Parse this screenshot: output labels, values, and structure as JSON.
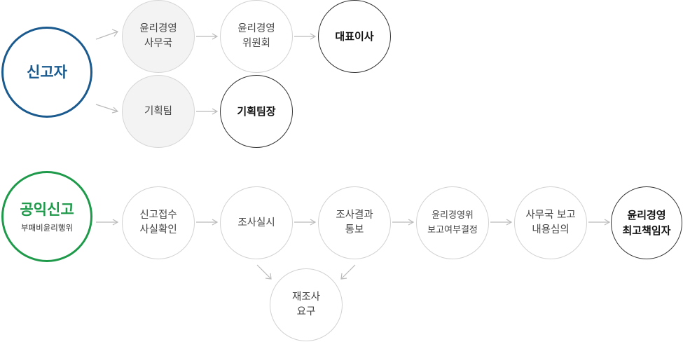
{
  "reporter": {
    "label": "신고자"
  },
  "track1": {
    "ethics_office": "윤리경영\n사무국",
    "ethics_committee": "윤리경영\n위원회",
    "ceo": "대표이사"
  },
  "track2": {
    "planning_team": "기획팀",
    "planning_head": "기획팀장"
  },
  "whistleblow": {
    "label": "공익신고",
    "sublabel": "부패비윤리행위"
  },
  "process": {
    "receipt": "신고접수\n사실확인",
    "investigation": "조사실시",
    "result_notice": "조사결과\n통보",
    "committee_decision": "윤리경영위\n보고여부결정",
    "office_review": "사무국 보고\n내용심의",
    "cro": "윤리경영\n최고책임자",
    "reinvestigation": "재조사\n요구"
  },
  "colors": {
    "blue": "#1a5a8e",
    "green": "#1e9a4a",
    "arrow": "#bbbbbb"
  }
}
